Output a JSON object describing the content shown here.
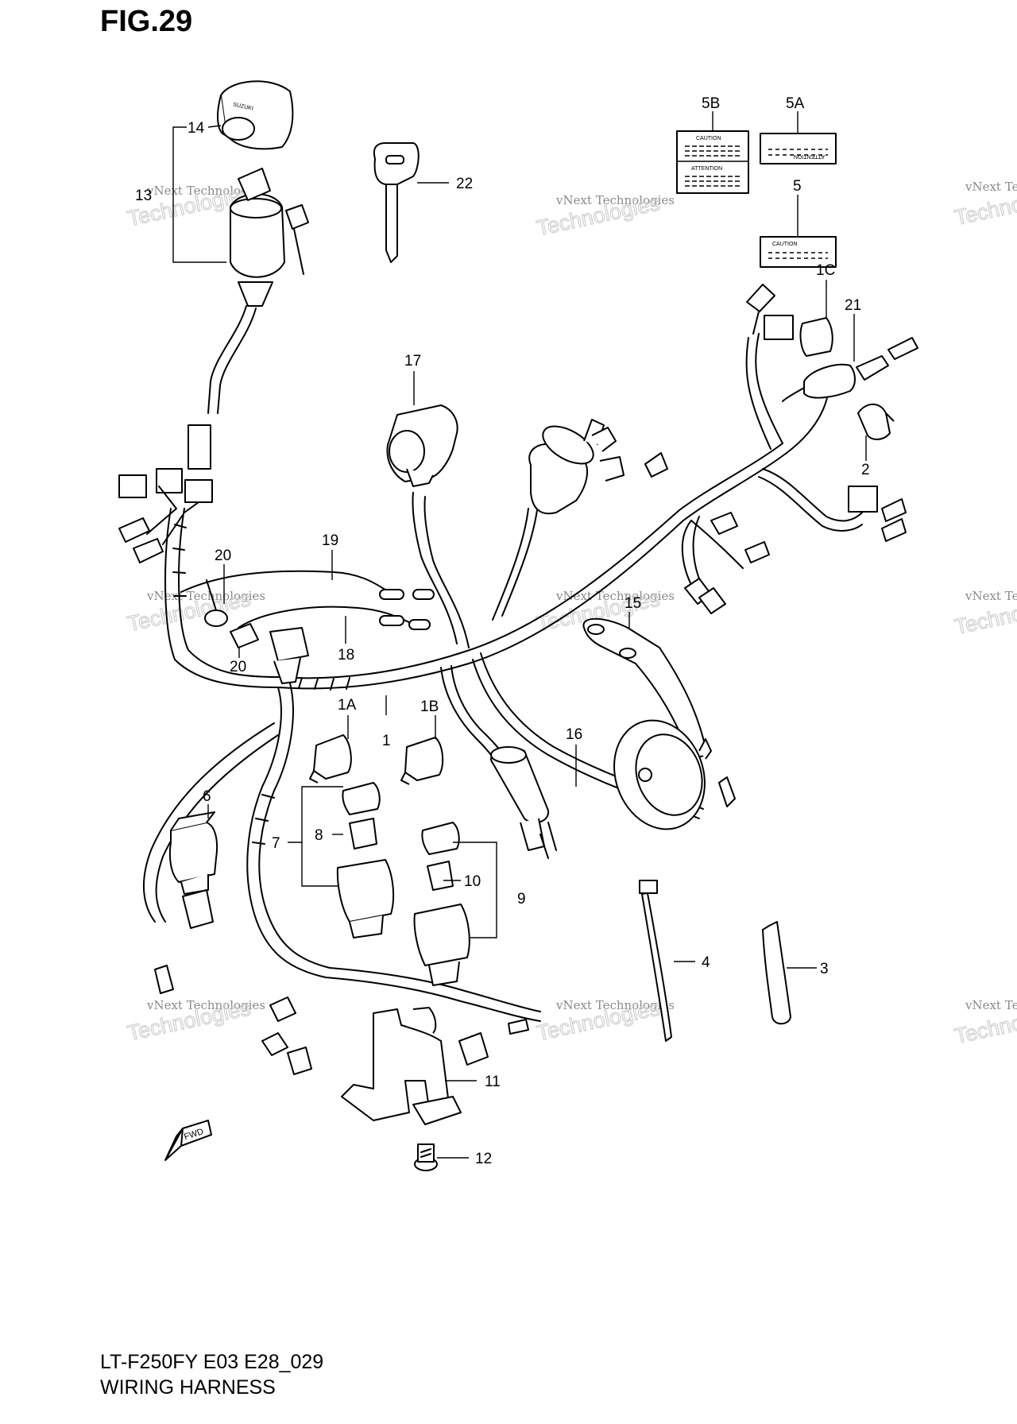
{
  "figure": {
    "title": "FIG.29"
  },
  "caption": {
    "model": "LT-F250FY E03 E28_029",
    "name": "WIRING HARNESS"
  },
  "callouts": [
    "14",
    "13",
    "22",
    "5B",
    "5A",
    "5",
    "1C",
    "21",
    "2",
    "17",
    "19",
    "20",
    "18",
    "20",
    "1A",
    "1",
    "1B",
    "15",
    "16",
    "6",
    "7",
    "8",
    "10",
    "9",
    "4",
    "3",
    "11",
    "12"
  ],
  "labels": {
    "caution": "CAUTION",
    "attention": "ATTENTION",
    "fwd": "FWD",
    "brand": "SUZUKI"
  },
  "watermark": {
    "line1": "vNext Technologies",
    "line2": "vNext",
    "line3": "Technologies"
  }
}
